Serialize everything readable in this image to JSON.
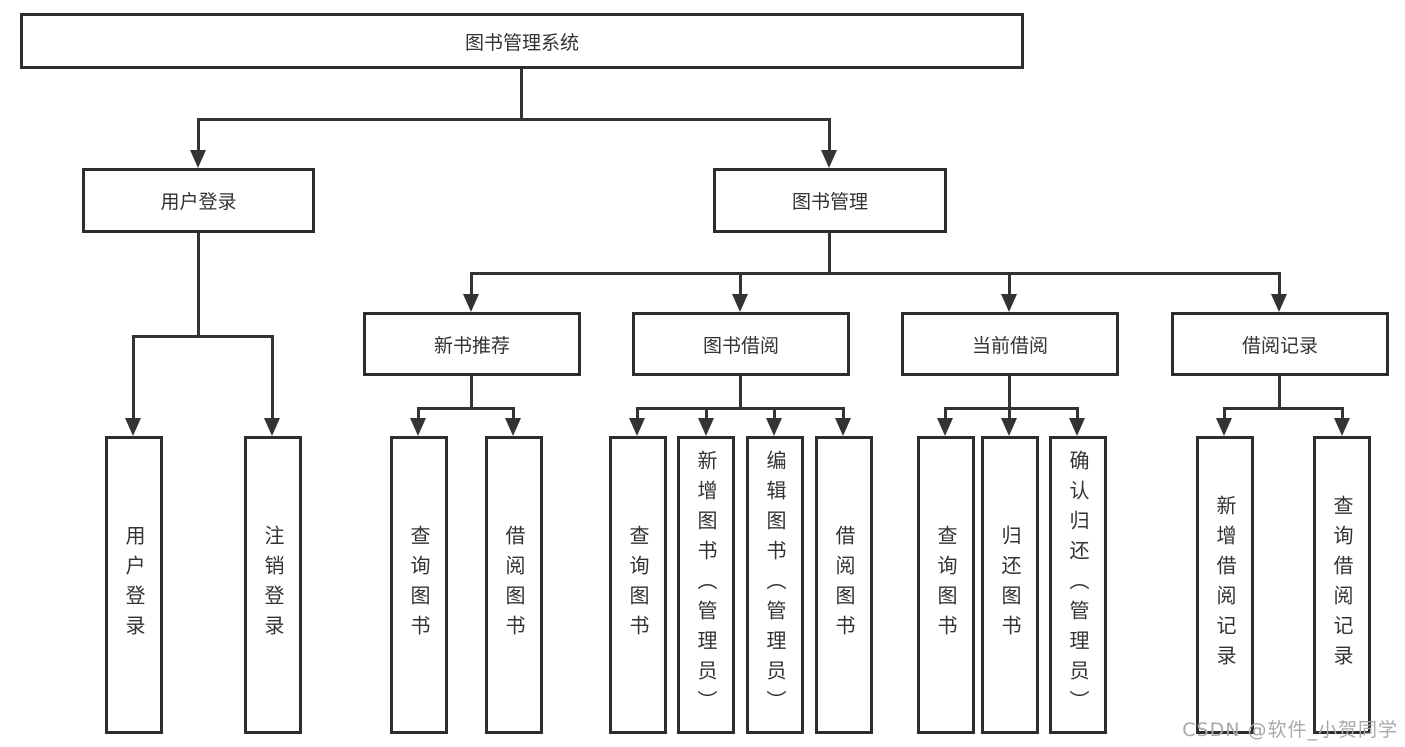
{
  "diagram": {
    "type": "hierarchy-tree",
    "nodes": {
      "root": {
        "label": "图书管理系统"
      },
      "user_login": {
        "label": "用户登录"
      },
      "book_mgmt": {
        "label": "图书管理"
      },
      "level3": [
        {
          "label": "新书推荐"
        },
        {
          "label": "图书借阅"
        },
        {
          "label": "当前借阅"
        },
        {
          "label": "借阅记录"
        }
      ],
      "user_login_leaves": [
        {
          "label": "用户登录"
        },
        {
          "label": "注销登录"
        }
      ],
      "new_book_leaves": [
        {
          "label": "查询图书"
        },
        {
          "label": "借阅图书"
        }
      ],
      "book_borrow_leaves": [
        {
          "label": "查询图书"
        },
        {
          "label": "新增图书（管理员）"
        },
        {
          "label": "编辑图书（管理员）"
        },
        {
          "label": "借阅图书"
        }
      ],
      "current_borrow_leaves": [
        {
          "label": "查询图书"
        },
        {
          "label": "归还图书"
        },
        {
          "label": "确认归还（管理员）"
        }
      ],
      "borrow_record_leaves": [
        {
          "label": "新增借阅记录"
        },
        {
          "label": "查询借阅记录"
        }
      ]
    }
  },
  "watermark": {
    "text": "CSDN @软件_小贺同学"
  },
  "colors": {
    "background": "#ffffff",
    "line": "#333333",
    "box_border": "#2d2d2d",
    "box_fill": "#ffffff",
    "text": "#333333",
    "watermark": "#a9a9a9"
  }
}
